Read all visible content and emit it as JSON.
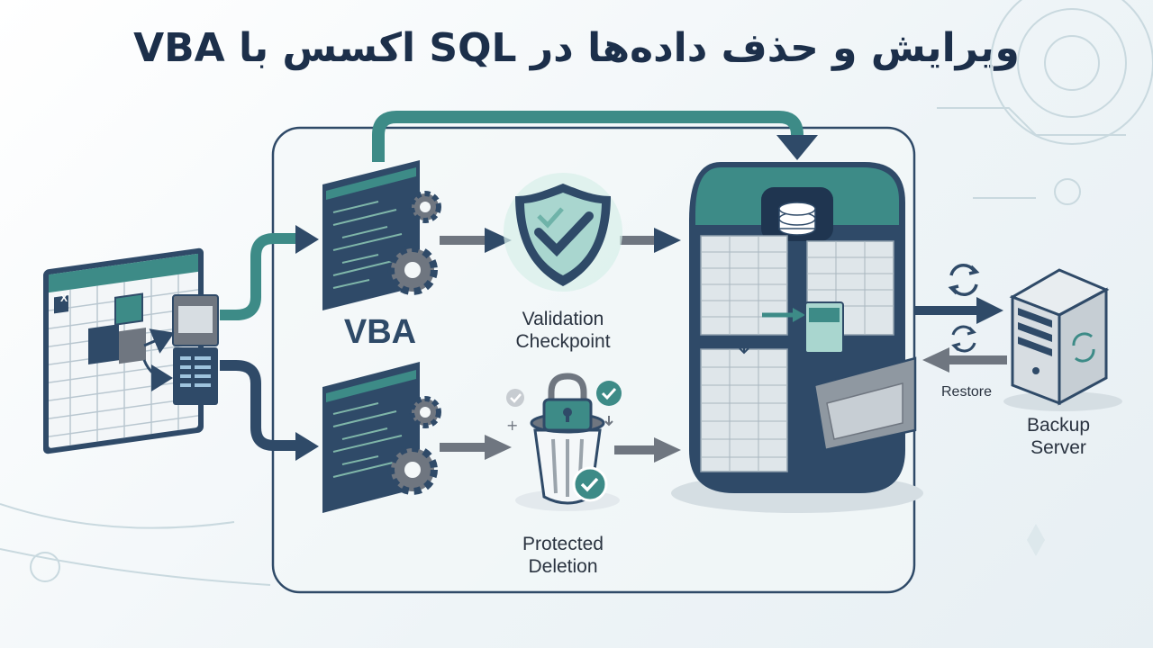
{
  "title": "ویرایش و حذف داده‌ها در SQL اکسس با VBA",
  "labels": {
    "vba": "VBA",
    "validation_line1": "Validation",
    "validation_line2": "Checkpoint",
    "protected_line1": "Protected",
    "protected_line2": "Deletion",
    "restore": "Restore",
    "backup_line1": "Backup",
    "backup_line2": "Server"
  },
  "icons": {
    "excel_badge": "X",
    "workbook": "spreadsheet-icon",
    "code_editor": "code-window-icon",
    "gear": "gear-icon",
    "shield": "shield-check-icon",
    "trash_lock": "locked-trash-icon",
    "database": "database-icon",
    "server": "server-icon",
    "sync": "sync-icon"
  },
  "colors": {
    "navy": "#2f4a68",
    "teal": "#3d8b87",
    "teal_light": "#6fb3a9",
    "gray_arrow": "#6f7680",
    "shield_fill": "#a9d6cf",
    "background": "#eef4f7"
  }
}
